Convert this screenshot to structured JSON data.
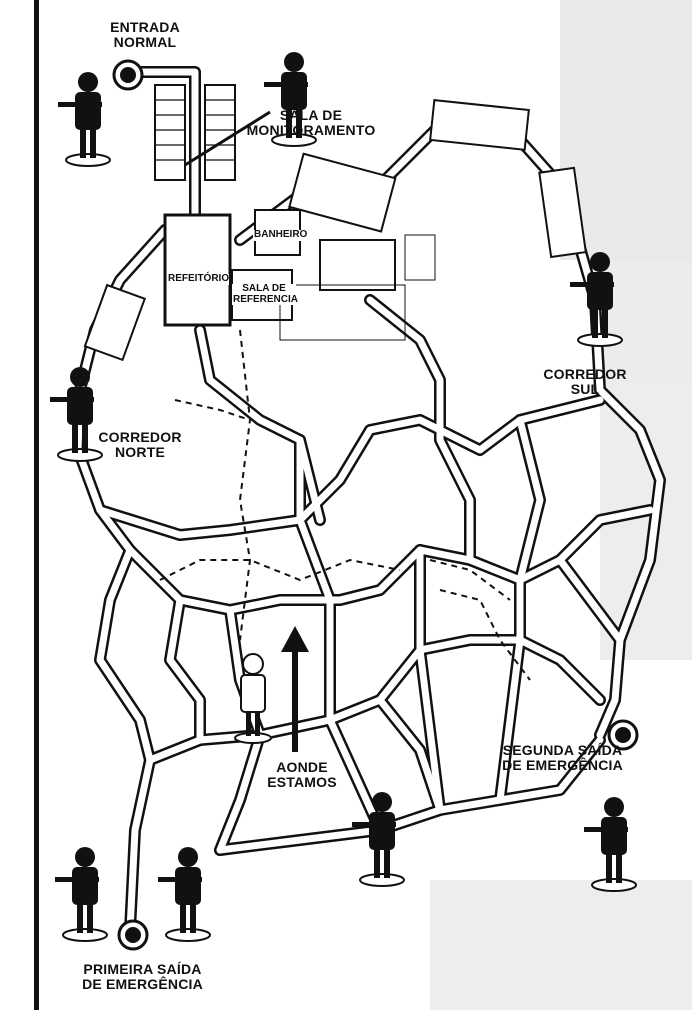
{
  "labels": {
    "entrada_normal": "ENTRADA\nNORMAL",
    "sala_monitoramento": "SALA DE\nMONITORAMENTO",
    "banheiro": "BANHEIRO",
    "refeitorio": "REFEITÓRIO",
    "sala_referencia": "SALA DE\nREFERENCIA",
    "corredor_sul": "CORREDOR\nSUL",
    "corredor_norte": "CORREDOR\nNORTE",
    "aonde_estamos": "AONDE\nESTAMOS",
    "segunda_saida": "SEGUNDA SAÍDA\nDE EMERGÊNCIA",
    "primeira_saida": "PRIMEIRA SAÍDA\nDE EMERGÊNCIA"
  },
  "colors": {
    "ink": "#111111",
    "paper": "#ffffff",
    "path_fill": "#ffffff"
  },
  "icons": {
    "guard": "armed-guard-figure-icon",
    "child": "child-figure-icon",
    "exit": "exit-marker-icon",
    "arrow": "arrow-up-icon"
  }
}
